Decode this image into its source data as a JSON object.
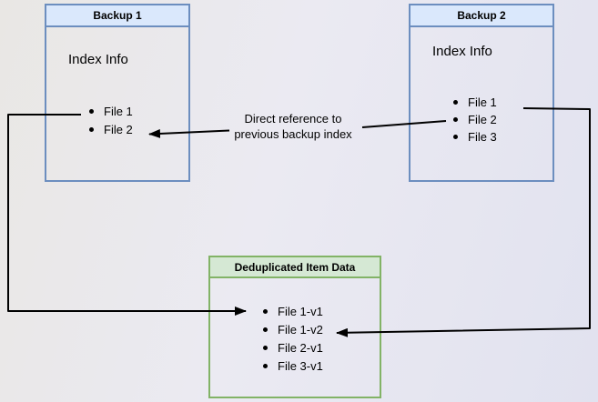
{
  "diagram": {
    "backup1": {
      "title": "Backup 1",
      "subtitle": "Index Info",
      "files": [
        "File 1",
        "File 2"
      ]
    },
    "backup2": {
      "title": "Backup 2",
      "subtitle": "Index Info",
      "files": [
        "File 1",
        "File 2",
        "File 3"
      ]
    },
    "dedup": {
      "title": "Deduplicated Item Data",
      "files": [
        "File 1-v1",
        "File 1-v2",
        "File 2-v1",
        "File 3-v1"
      ]
    },
    "edge_label": {
      "line1": "Direct reference to",
      "line2": "previous backup index"
    },
    "bullet_icon": "•"
  },
  "colors": {
    "backup_border": "#6c8ebf",
    "backup_header_fill": "#dae8fc",
    "dedup_border": "#82b366",
    "dedup_header_fill": "#d5e8d4",
    "arrow": "#000000",
    "text": "#000000"
  }
}
